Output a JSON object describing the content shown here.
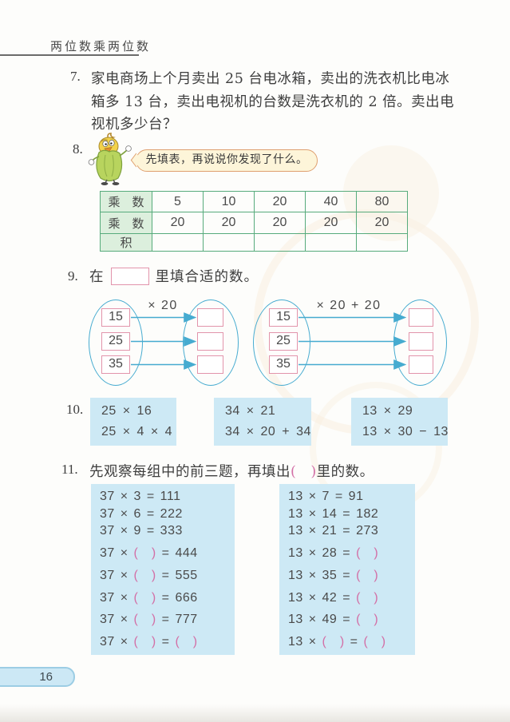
{
  "header": {
    "title": "两位数乘两位数"
  },
  "problems": {
    "p7": {
      "number": "7.",
      "lines": [
        "家电商场上个月卖出 25 台电冰箱，卖出的洗衣机比电冰",
        "箱多 13 台，卖出电视机的台数是洗衣机的 2 倍。卖出电",
        "视机多少台？"
      ]
    },
    "p8": {
      "number": "8.",
      "mascot": "corn-mascot",
      "bubble": "先填表，再说说你发现了什么。",
      "table": {
        "row_labels": [
          "乘　数",
          "乘　数",
          "积"
        ],
        "rows": [
          [
            "5",
            "10",
            "20",
            "40",
            "80"
          ],
          [
            "20",
            "20",
            "20",
            "20",
            "20"
          ],
          [
            "",
            "",
            "",
            "",
            ""
          ]
        ]
      }
    },
    "p9": {
      "number": "9.",
      "prompt_before": "在",
      "prompt_after": "里填合适的数。",
      "groups": [
        {
          "rule": "× 20",
          "sources": [
            "15",
            "25",
            "35"
          ],
          "targets": [
            "",
            "",
            ""
          ]
        },
        {
          "rule": "× 20 + 20",
          "sources": [
            "15",
            "25",
            "35"
          ],
          "targets": [
            "",
            "",
            ""
          ]
        }
      ]
    },
    "p10": {
      "number": "10.",
      "groups": [
        [
          "25 × 16",
          "25 × 4 × 4"
        ],
        [
          "34 × 21",
          "34 × 20 + 34"
        ],
        [
          "13 × 29",
          "13 × 30 − 13"
        ]
      ]
    },
    "p11": {
      "number": "11.",
      "prompt": "先观察每组中的前三题，再填出(　)里的数。",
      "left": [
        "37 × 3 = 111",
        "37 × 6 = 222",
        "37 × 9 = 333",
        "37 × (　) = 444",
        "37 × (　) = 555",
        "37 × (　) = 666",
        "37 × (　) = 777",
        "37 × (　) = (　)"
      ],
      "right": [
        "13 × 7 = 91",
        "13 × 14 = 182",
        "13 × 21 = 273",
        "13 × 28 = (　)",
        "13 × 35 = (　)",
        "13 × 42 = (　)",
        "13 × 49 = (　)",
        "13 × (　) = (　)"
      ]
    }
  },
  "footer": {
    "page_number": "16"
  },
  "colors": {
    "table_border_green": "#57ab7c",
    "table_header_green": "#dcefdd",
    "box_blue": "#cde9f5",
    "diagram_cyan": "#46abd0",
    "answer_box_pink": "#e294ab",
    "paren_pink": "#d36fa6",
    "bubble_cream": "#fdf5d9",
    "bubble_border_orange": "#dfa070",
    "page_pill_blue": "#cce8f5"
  }
}
